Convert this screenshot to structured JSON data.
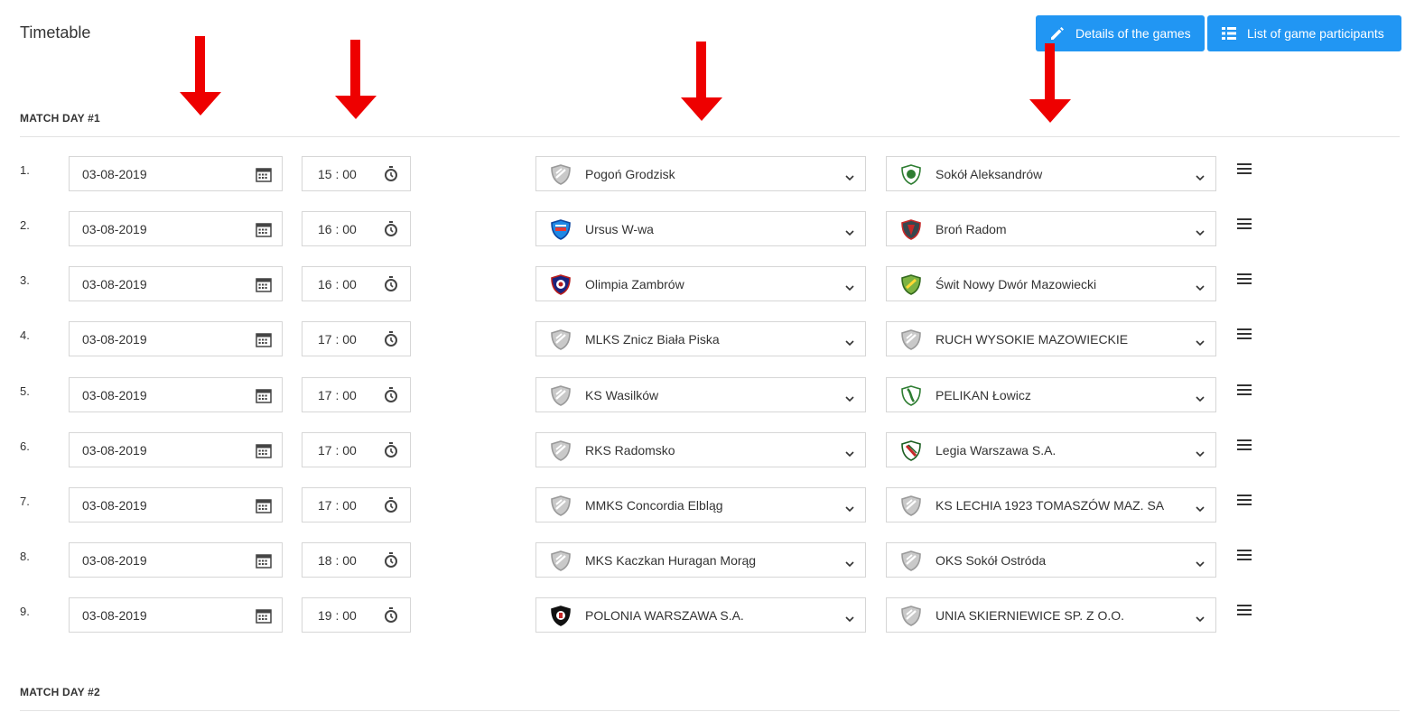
{
  "page": {
    "title": "Timetable"
  },
  "actions": {
    "details_label": "Details of the games",
    "participants_label": "List of game participants"
  },
  "colors": {
    "accent": "#2196f3",
    "arrow": "#ee0000"
  },
  "sections": [
    {
      "title": "MATCH DAY #1"
    },
    {
      "title": "MATCH DAY #2"
    }
  ],
  "matches": [
    {
      "num": "1.",
      "date": "03-08-2019",
      "time": "15 : 00",
      "home": "Pogoń Grodzisk",
      "home_logo": "default-shield",
      "away": "Sokół Aleksandrów",
      "away_logo": "sokol-crest"
    },
    {
      "num": "2.",
      "date": "03-08-2019",
      "time": "16 : 00",
      "home": "Ursus W-wa",
      "home_logo": "ursus-crest",
      "away": "Broń Radom",
      "away_logo": "bron-crest"
    },
    {
      "num": "3.",
      "date": "03-08-2019",
      "time": "16 : 00",
      "home": "Olimpia Zambrów",
      "home_logo": "olimpia-crest",
      "away": "Świt Nowy Dwór Mazowiecki",
      "away_logo": "swit-crest"
    },
    {
      "num": "4.",
      "date": "03-08-2019",
      "time": "17 : 00",
      "home": "MLKS Znicz Biała Piska",
      "home_logo": "default-shield",
      "away": "RUCH WYSOKIE MAZOWIECKIE",
      "away_logo": "default-shield"
    },
    {
      "num": "5.",
      "date": "03-08-2019",
      "time": "17 : 00",
      "home": "KS Wasilków",
      "home_logo": "default-shield",
      "away": "PELIKAN Łowicz",
      "away_logo": "pelikan-crest"
    },
    {
      "num": "6.",
      "date": "03-08-2019",
      "time": "17 : 00",
      "home": "RKS Radomsko",
      "home_logo": "default-shield",
      "away": "Legia Warszawa S.A.",
      "away_logo": "legia-crest"
    },
    {
      "num": "7.",
      "date": "03-08-2019",
      "time": "17 : 00",
      "home": "MMKS Concordia Elbląg",
      "home_logo": "default-shield",
      "away": "KS LECHIA 1923 TOMASZÓW MAZ. SA",
      "away_logo": "default-shield"
    },
    {
      "num": "8.",
      "date": "03-08-2019",
      "time": "18 : 00",
      "home": "MKS Kaczkan Huragan Morąg",
      "home_logo": "default-shield",
      "away": "OKS Sokół Ostróda",
      "away_logo": "default-shield"
    },
    {
      "num": "9.",
      "date": "03-08-2019",
      "time": "19 : 00",
      "home": "POLONIA WARSZAWA S.A.",
      "home_logo": "polonia-crest",
      "away": "UNIA SKIERNIEWICE SP. Z O.O.",
      "away_logo": "default-shield"
    }
  ]
}
